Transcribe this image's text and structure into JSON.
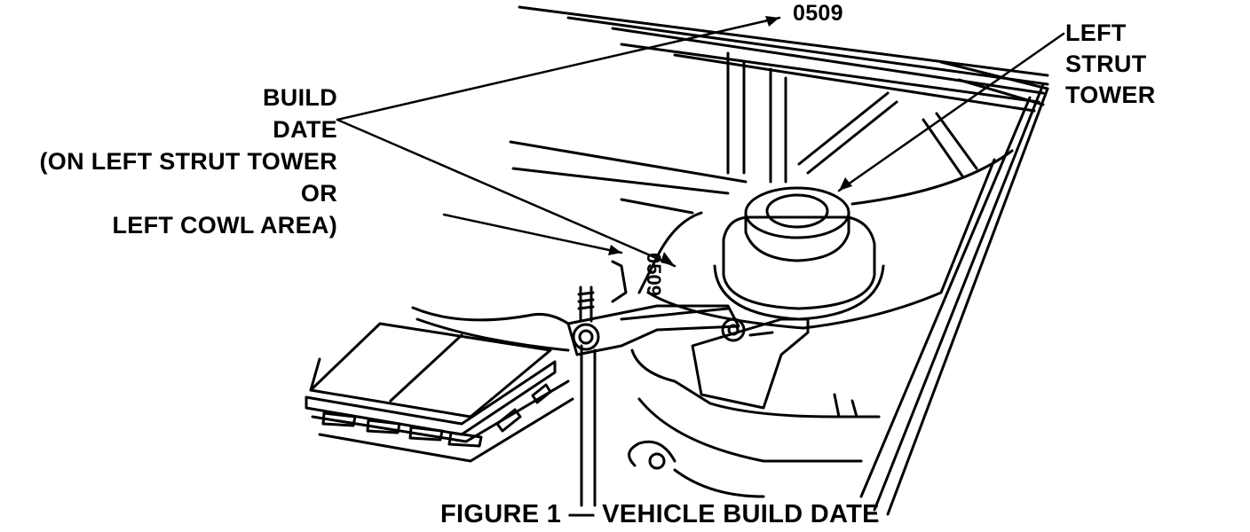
{
  "figure": {
    "code_label": "0509",
    "build_date_label": {
      "lines": [
        "BUILD",
        "DATE",
        "(ON LEFT STRUT TOWER",
        "OR",
        "LEFT COWL AREA)"
      ]
    },
    "strut_tower_label": {
      "lines": [
        "LEFT",
        "STRUT",
        "TOWER"
      ]
    },
    "stamp_on_tower": "0509",
    "caption": "FIGURE 1 — VEHICLE BUILD DATE"
  },
  "colors": {
    "ink": "#000000",
    "paper": "#ffffff"
  }
}
